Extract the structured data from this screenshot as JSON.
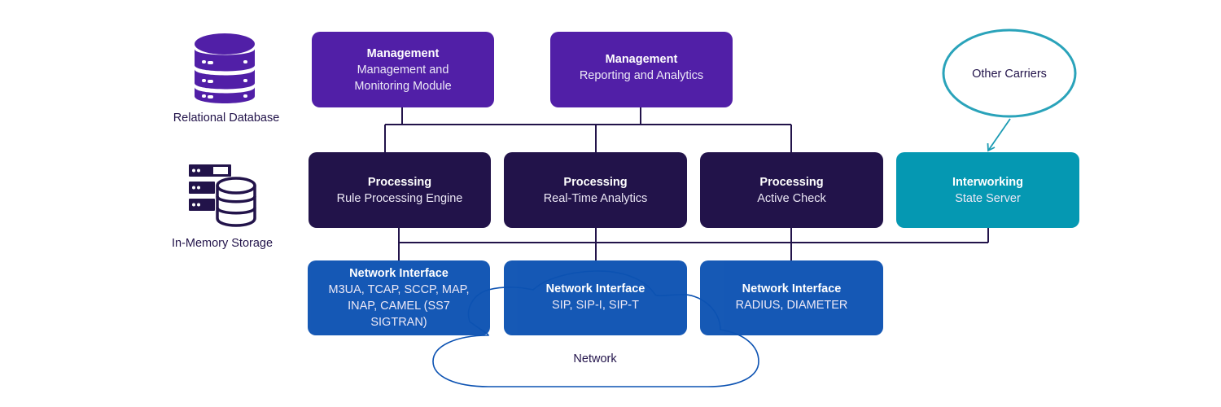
{
  "colors": {
    "management": "#511fa7",
    "processing": "#22134a",
    "interworking": "#0598b2",
    "network_interface": "#0c52b2",
    "connector": "#22134a",
    "cloud_outline": "#0c52b2",
    "carrier_outline": "#2aa3ba"
  },
  "legend": {
    "relational_database": {
      "icon": "database-icon",
      "label": "Relational Database"
    },
    "in_memory_storage": {
      "icon": "server-database-icon",
      "label": "In-Memory Storage"
    }
  },
  "management": [
    {
      "title": "Management",
      "subtitle": "Management and Monitoring Module"
    },
    {
      "title": "Management",
      "subtitle": "Reporting and Analytics"
    }
  ],
  "processing": [
    {
      "title": "Processing",
      "subtitle": "Rule Processing Engine"
    },
    {
      "title": "Processing",
      "subtitle": "Real-Time Analytics"
    },
    {
      "title": "Processing",
      "subtitle": "Active Check"
    }
  ],
  "interworking": {
    "title": "Interworking",
    "subtitle": "State Server"
  },
  "network_interfaces": [
    {
      "title": "Network Interface",
      "subtitle": "M3UA, TCAP, SCCP, MAP, INAP, CAMEL (SS7 SIGTRAN)"
    },
    {
      "title": "Network Interface",
      "subtitle": "SIP, SIP-I, SIP-T"
    },
    {
      "title": "Network Interface",
      "subtitle": "RADIUS, DIAMETER"
    }
  ],
  "external": {
    "other_carriers": "Other Carriers",
    "network": "Network"
  }
}
